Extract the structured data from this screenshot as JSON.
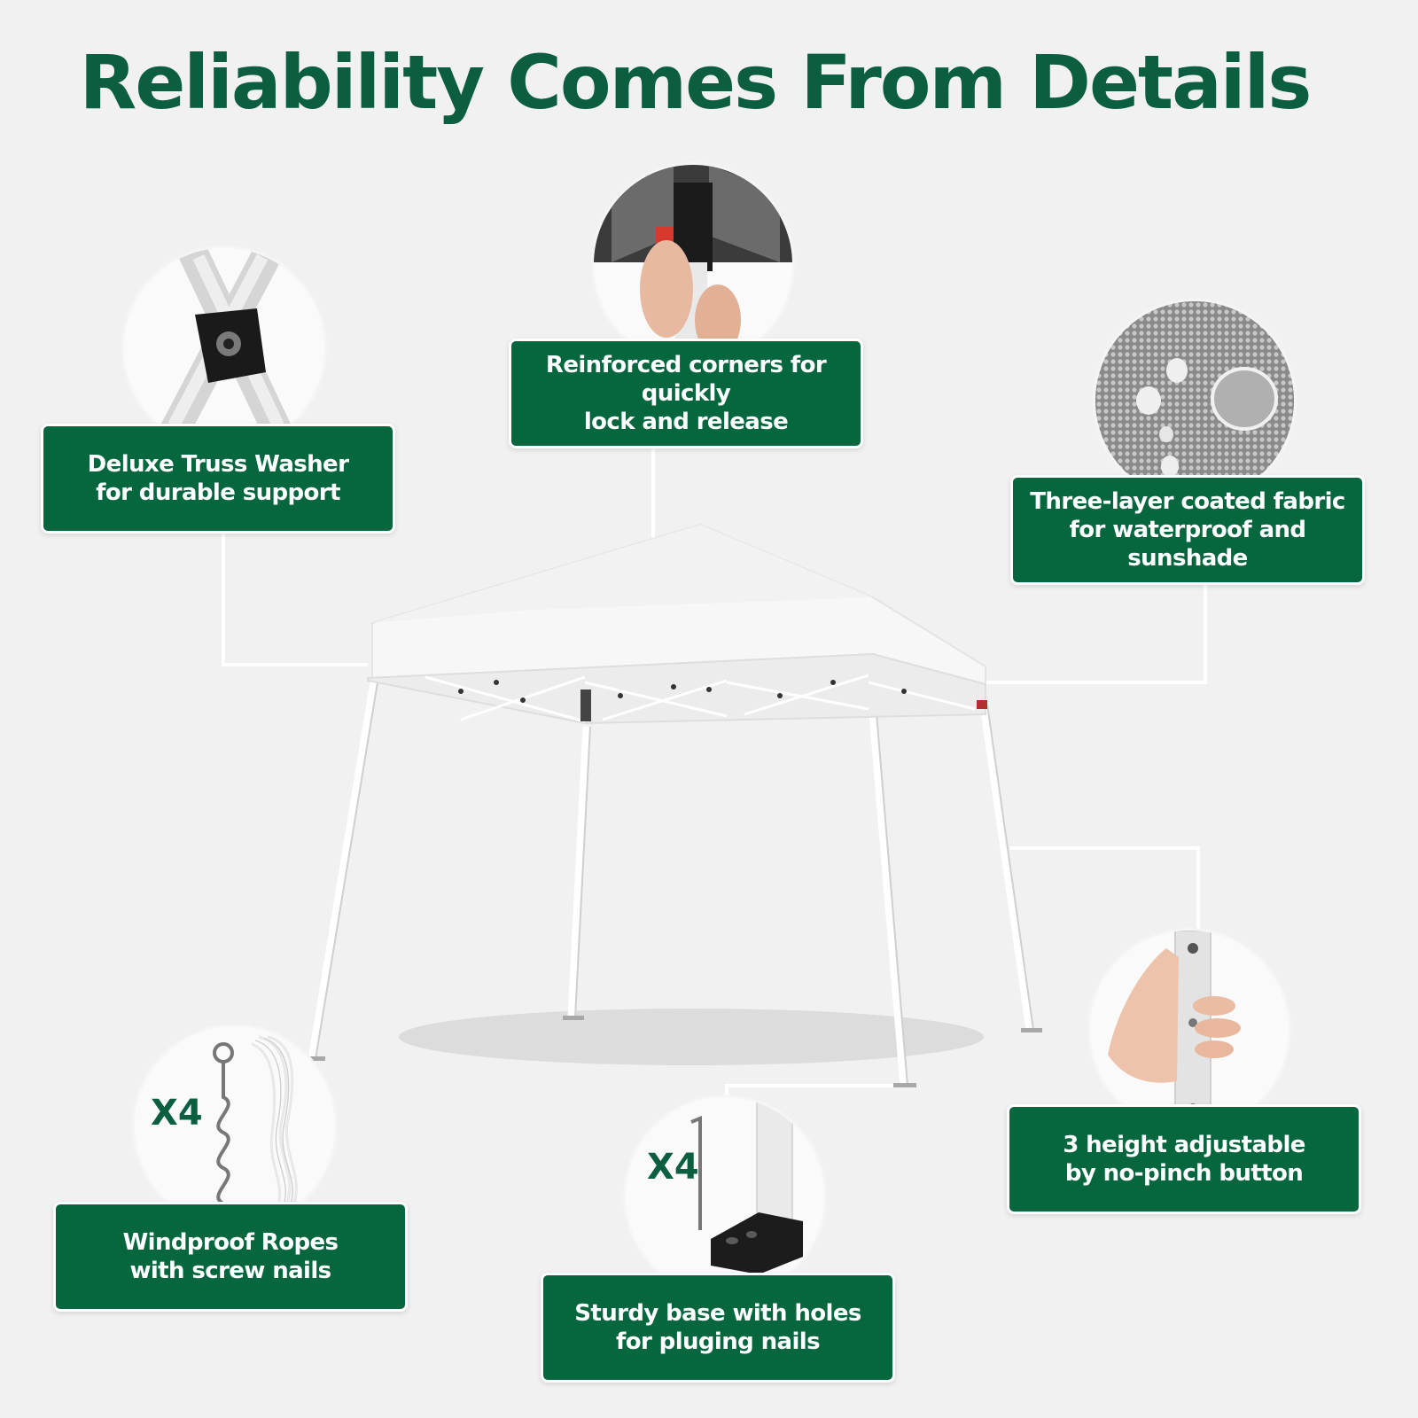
{
  "title": "Reliability Comes From Details",
  "features": {
    "truss_washer": {
      "line1": "Deluxe Truss Washer",
      "line2": "for durable support",
      "icon": "truss-washer-photo"
    },
    "corners": {
      "line1": "Reinforced corners for quickly",
      "line2": "lock and release",
      "icon": "corner-lock-photo"
    },
    "fabric": {
      "line1": "Three-layer coated fabric",
      "line2": "for waterproof and sunshade",
      "icon": "fabric-droplets-photo"
    },
    "height": {
      "line1": "3 height adjustable",
      "line2": "by no-pinch button",
      "icon": "leg-button-photo"
    },
    "ropes": {
      "line1": "Windproof Ropes",
      "line2": "with screw nails",
      "icon": "rope-stake-photo",
      "qty": "X4"
    },
    "base": {
      "line1": "Sturdy base with holes",
      "line2": "for pluging nails",
      "icon": "leg-base-photo",
      "qty": "X4"
    }
  },
  "colors": {
    "brand_green": "#06673f",
    "title_green": "#0b5e3f",
    "background": "#f1f1f1"
  }
}
